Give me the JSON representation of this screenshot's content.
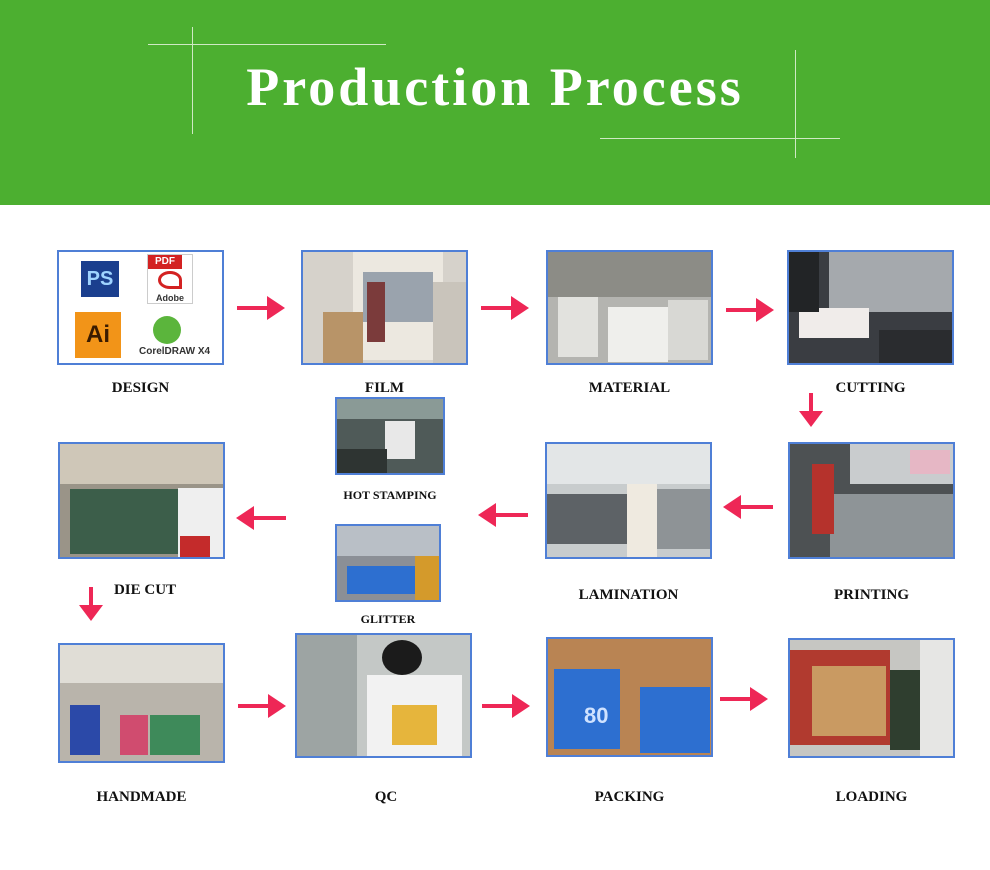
{
  "banner": {
    "title": "Production Process",
    "background": "#4caf30"
  },
  "steps": {
    "design": "DESIGN",
    "film": "FILM",
    "material": "MATERIAL",
    "cutting": "CUTTING",
    "hot_stamping": "HOT STAMPING",
    "glitter": "GLITTER",
    "die_cut": "DIE CUT",
    "lamination": "LAMINATION",
    "printing": "PRINTING",
    "handmade": "HANDMADE",
    "qc": "QC",
    "packing": "PACKING",
    "loading": "LOADING"
  },
  "design_logos": {
    "ps": "PS",
    "pdf": "PDF",
    "adobe": "Adobe",
    "ai": "Ai",
    "corel": "CorelDRAW X4"
  },
  "packing_label": "80",
  "colors": {
    "arrow": "#ee2756",
    "photo_border": "#4f7fd6"
  }
}
